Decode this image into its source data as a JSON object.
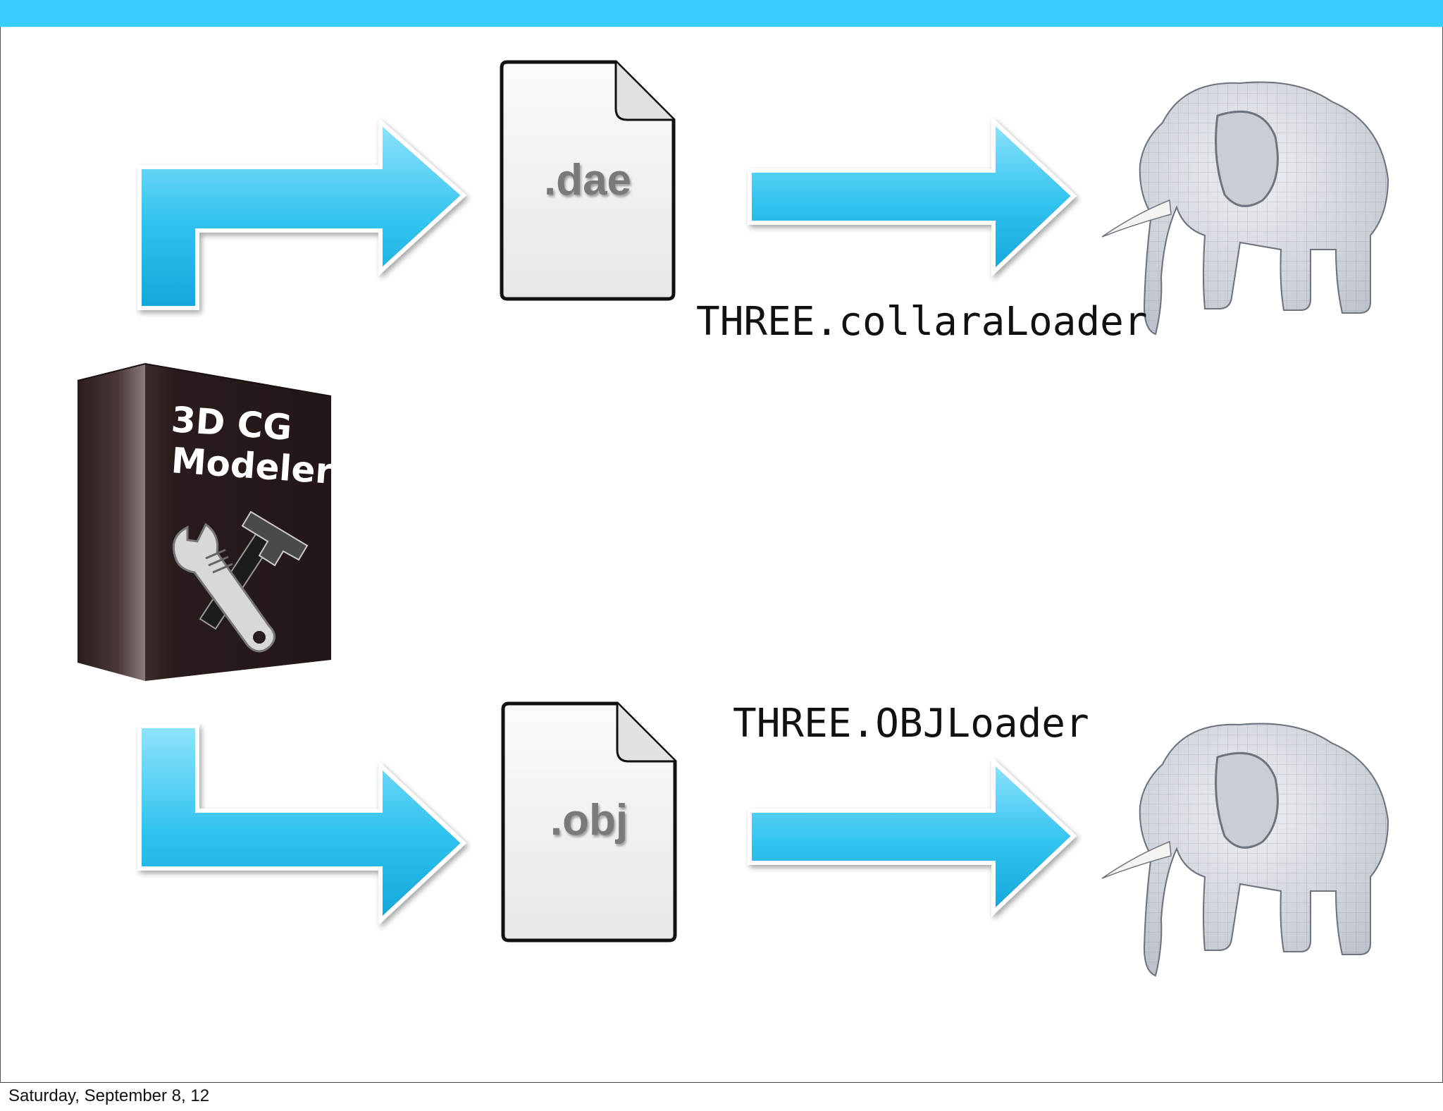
{
  "top_file": {
    "ext": ".dae"
  },
  "bottom_file": {
    "ext": ".obj"
  },
  "top_loader": {
    "label": "THREE.collaraLoader"
  },
  "bottom_loader": {
    "label": "THREE.OBJLoader"
  },
  "box": {
    "line1": "3D CG",
    "line2": "Modeler"
  },
  "footer": {
    "date": "Saturday, September 8, 12"
  },
  "colors": {
    "accent": "#37cdfc",
    "arrow": "#2bbcea",
    "box": "#2a1a1a"
  },
  "icons": {
    "arrows": "arrow-right-icon",
    "files": "file-icon",
    "tools": "wrench-hammer-icon",
    "models": "elephant-model"
  }
}
